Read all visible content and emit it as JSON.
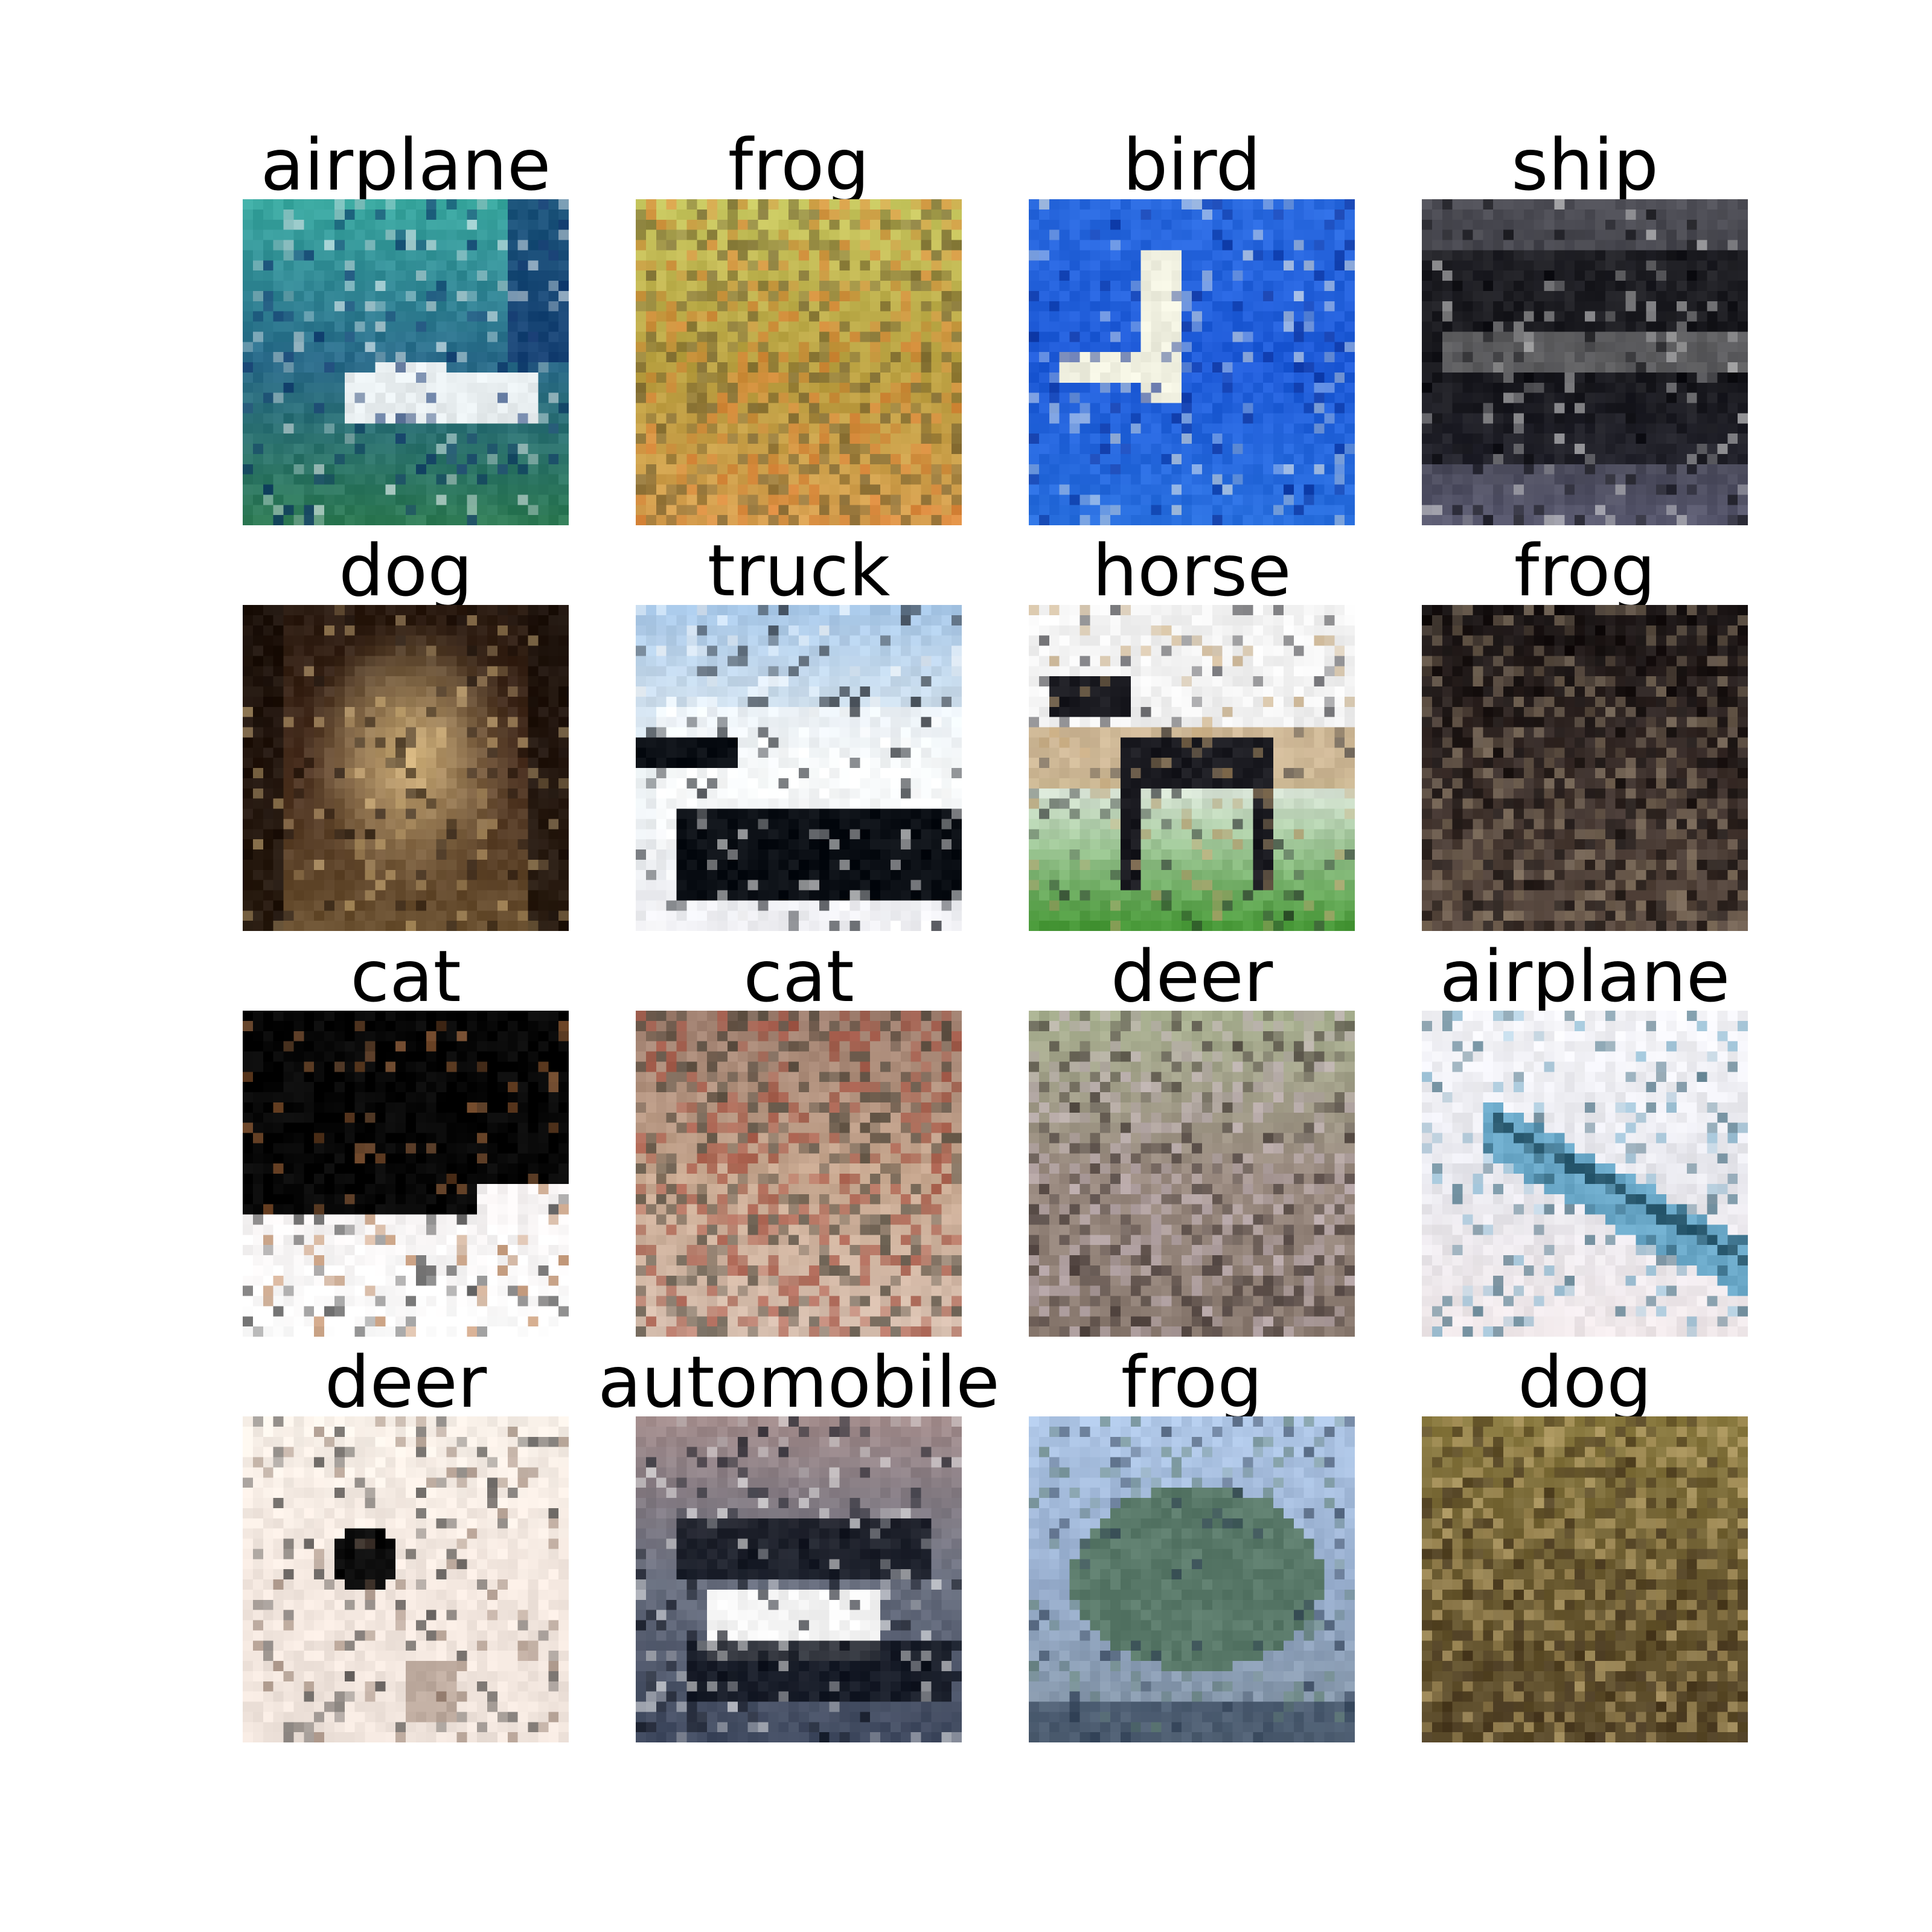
{
  "figure": {
    "images": [
      {
        "label": "airplane",
        "scene": "sea-boat",
        "colors": {
          "bg": "#2a6a8a",
          "top": "#3aa8a0",
          "bottom": "#2e7a55",
          "subject": "#e8eef0",
          "accent": "#0e2f6a"
        }
      },
      {
        "label": "frog",
        "scene": "foliage",
        "colors": {
          "bg": "#b8a040",
          "top": "#c8c860",
          "bottom": "#d8a050",
          "subject": "#e07830",
          "accent": "#6a5a30"
        }
      },
      {
        "label": "bird",
        "scene": "sky-bird",
        "colors": {
          "bg": "#1e5ad8",
          "top": "#2a6ae0",
          "bottom": "#2a70e0",
          "subject": "#f0f0e0",
          "accent": "#0a2a90"
        }
      },
      {
        "label": "ship",
        "scene": "dark-vehicle",
        "colors": {
          "bg": "#2a2a30",
          "top": "#505058",
          "bottom": "#5a5a70",
          "subject": "#d8d8d8",
          "accent": "#0a0a0e"
        }
      },
      {
        "label": "dog",
        "scene": "animal-center",
        "colors": {
          "bg": "#4a3020",
          "top": "#2a1a10",
          "bottom": "#6a5030",
          "subject": "#d8b880",
          "accent": "#1a100a"
        }
      },
      {
        "label": "truck",
        "scene": "light-vehicle",
        "colors": {
          "bg": "#e8eef0",
          "top": "#a8c8e8",
          "bottom": "#f0f0f4",
          "subject": "#ffffff",
          "accent": "#0a0e14"
        }
      },
      {
        "label": "horse",
        "scene": "horse-field",
        "colors": {
          "bg": "#f0f0f0",
          "top": "#f4f4f4",
          "bottom": "#4a9a3a",
          "subject": "#1a1a20",
          "accent": "#c0a070"
        }
      },
      {
        "label": "frog",
        "scene": "dark-texture",
        "colors": {
          "bg": "#3a2e2a",
          "top": "#1a1414",
          "bottom": "#5a4a40",
          "subject": "#9a8870",
          "accent": "#0e0a0a"
        }
      },
      {
        "label": "cat",
        "scene": "dark-blob",
        "colors": {
          "bg": "#f4f0f0",
          "top": "#000000",
          "bottom": "#ffffff",
          "subject": "#050505",
          "accent": "#b07040"
        }
      },
      {
        "label": "cat",
        "scene": "mottled",
        "colors": {
          "bg": "#c8a890",
          "top": "#a08070",
          "bottom": "#d8c0b0",
          "subject": "#2a2a20",
          "accent": "#a04030"
        }
      },
      {
        "label": "deer",
        "scene": "mottled-dark",
        "colors": {
          "bg": "#9a8a80",
          "top": "#a8b090",
          "bottom": "#8a7a70",
          "subject": "#2a2020",
          "accent": "#c8b8c0"
        }
      },
      {
        "label": "airplane",
        "scene": "light-plane",
        "colors": {
          "bg": "#e8e8ee",
          "top": "#f4f4f8",
          "bottom": "#f0e8ea",
          "subject": "#6aa8c8",
          "accent": "#2a5a70"
        }
      },
      {
        "label": "deer",
        "scene": "pale-dark-spot",
        "colors": {
          "bg": "#f4e8e0",
          "top": "#f8f0e8",
          "bottom": "#f0e4dc",
          "subject": "#0a0a0a",
          "accent": "#8a7060"
        }
      },
      {
        "label": "automobile",
        "scene": "car",
        "colors": {
          "bg": "#6a7080",
          "top": "#a08a8a",
          "bottom": "#404a60",
          "subject": "#f4f4f4",
          "accent": "#0a0e18"
        }
      },
      {
        "label": "frog",
        "scene": "blob-center",
        "colors": {
          "bg": "#9ab0d0",
          "top": "#b0c8e8",
          "bottom": "#8090a0",
          "subject": "#5a7a6a",
          "accent": "#2a3a50"
        }
      },
      {
        "label": "dog",
        "scene": "olive",
        "colors": {
          "bg": "#6a5a30",
          "top": "#8a7a40",
          "bottom": "#5a4a2a",
          "subject": "#3a2a18",
          "accent": "#c0a870"
        }
      }
    ]
  }
}
